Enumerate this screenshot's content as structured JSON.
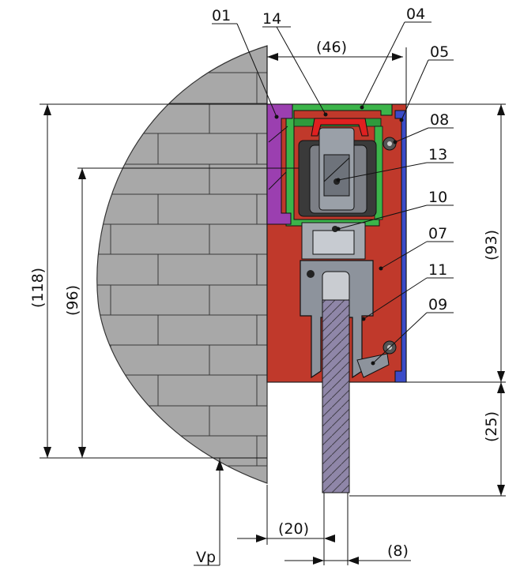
{
  "part_labels": [
    "01",
    "14",
    "04",
    "05",
    "08",
    "13",
    "10",
    "07",
    "11",
    "09"
  ],
  "dimensions": {
    "d46": "(46)",
    "d93": "(93)",
    "d118": "(118)",
    "d96": "(96)",
    "d25": "(25)",
    "d20": "(20)",
    "d8": "(8)"
  },
  "reference_label": "Vp",
  "colors": {
    "wall": "#a9a9a9",
    "housing_red": "#c23b2c",
    "profile_green": "#3cb44a",
    "profile_purple": "#9b3fb0",
    "profile_blue": "#3b4bc8",
    "carriage_grey": "#8d939c",
    "rail_red": "#e02020"
  }
}
